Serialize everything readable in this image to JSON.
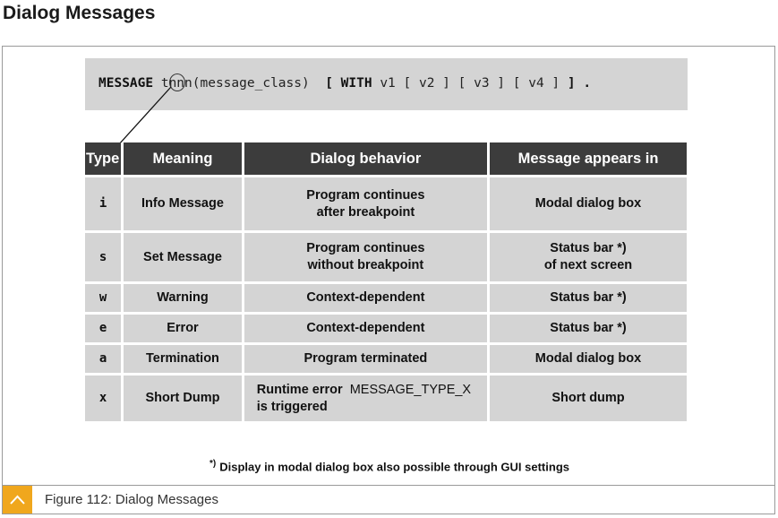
{
  "page_title": "Dialog Messages",
  "syntax": {
    "kw_message": "MESSAGE",
    "type_char": "t",
    "rest": "nnn(message_class)",
    "open1": "[",
    "kw_with": "WITH",
    "v1": "v1",
    "opt_v2": "[ v2 ]",
    "opt_v3": "[ v3 ]",
    "opt_v4": "[ v4 ]",
    "close1": "]",
    "dot": "."
  },
  "table": {
    "headers": [
      "Type",
      "Meaning",
      "Dialog behavior",
      "Message appears in"
    ],
    "rows": [
      {
        "type": "i",
        "meaning": "Info Message",
        "behavior": [
          "Program continues",
          "after breakpoint"
        ],
        "appears": [
          "Modal dialog box"
        ]
      },
      {
        "type": "s",
        "meaning": "Set Message",
        "behavior": [
          "Program continues",
          "without breakpoint"
        ],
        "appears": [
          "Status bar *)",
          "of next screen"
        ]
      },
      {
        "type": "w",
        "meaning": "Warning",
        "behavior": [
          "Context-dependent"
        ],
        "appears": [
          "Status bar *)"
        ]
      },
      {
        "type": "e",
        "meaning": "Error",
        "behavior": [
          "Context-dependent"
        ],
        "appears": [
          "Status bar *)"
        ]
      },
      {
        "type": "a",
        "meaning": "Termination",
        "behavior": [
          "Program terminated"
        ],
        "appears": [
          "Modal dialog box"
        ]
      },
      {
        "type": "x",
        "meaning": "Short Dump",
        "behavior_special": {
          "prefix": "Runtime error",
          "code": "MESSAGE_TYPE_X",
          "suffix": "is triggered"
        },
        "appears": [
          "Short dump"
        ]
      }
    ]
  },
  "footnote": {
    "mark": "*)",
    "text": "Display in modal dialog box also possible through GUI settings"
  },
  "caption": {
    "icon": "chevron-up-icon",
    "text": "Figure 112: Dialog Messages",
    "icon_color": "#f0a71d"
  }
}
